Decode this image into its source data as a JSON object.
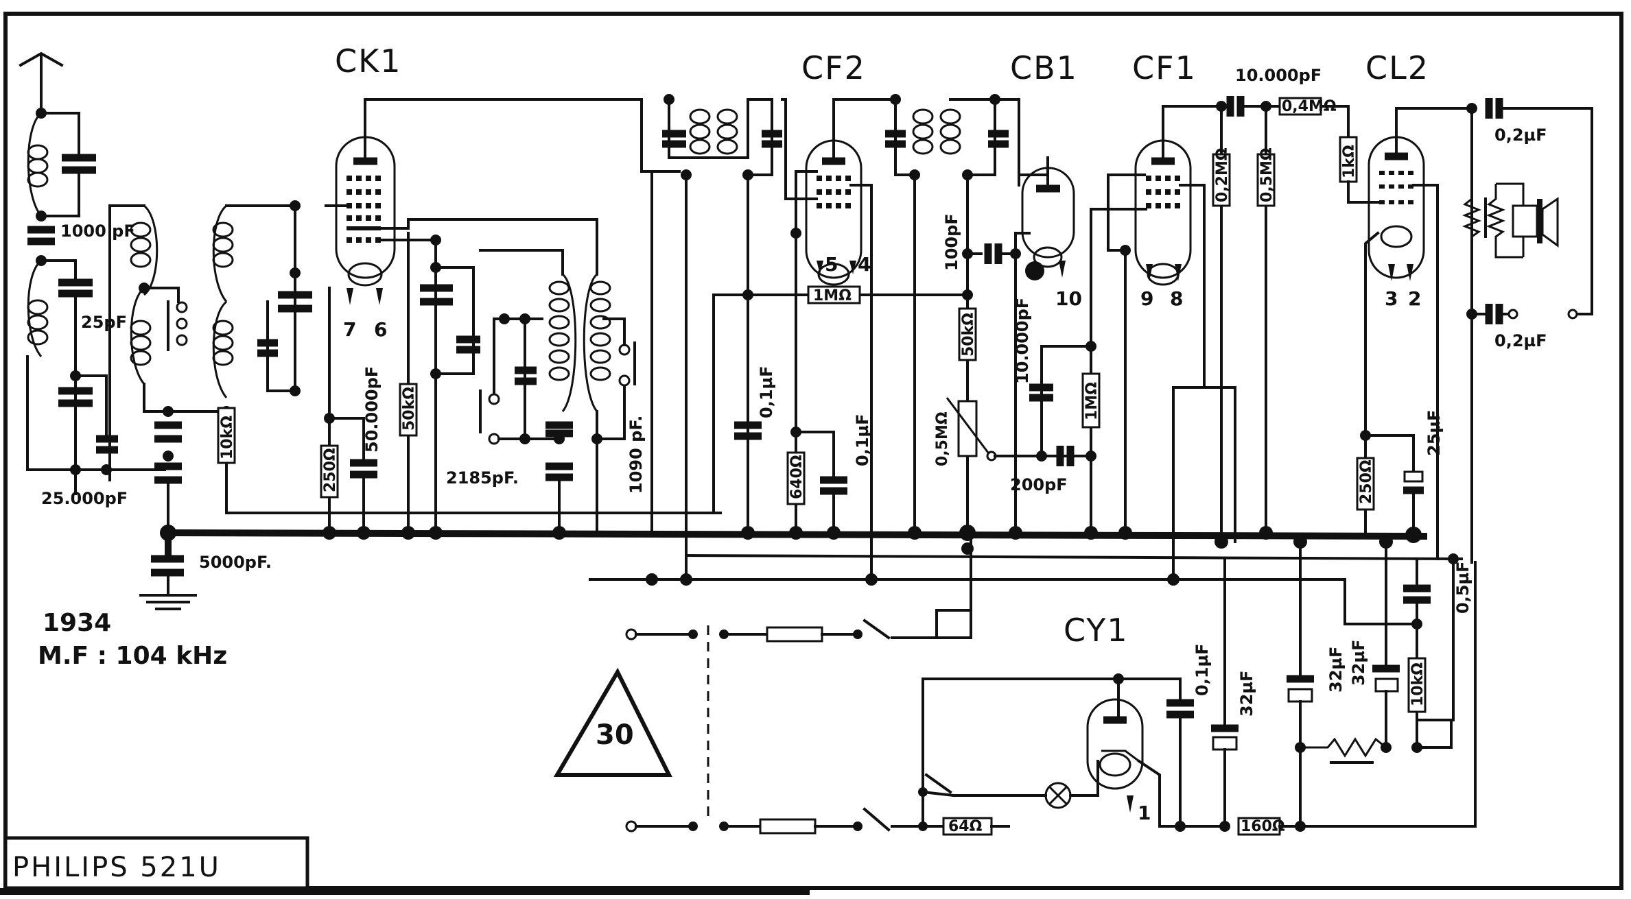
{
  "title": "PHILIPS 521U",
  "notes": {
    "year": "1934",
    "if_freq": "M.F : 104 kHz"
  },
  "badge": "30",
  "tubes": [
    {
      "id": "CK1",
      "label": "CK1",
      "pins": [
        "7",
        "6"
      ]
    },
    {
      "id": "CF2",
      "label": "CF2",
      "pins": [
        "5",
        "4"
      ]
    },
    {
      "id": "CB1",
      "label": "CB1",
      "pins": [
        "10"
      ]
    },
    {
      "id": "CF1",
      "label": "CF1",
      "pins": [
        "9",
        "8"
      ]
    },
    {
      "id": "CL2",
      "label": "CL2",
      "pins": [
        "3",
        "2"
      ]
    },
    {
      "id": "CY1",
      "label": "CY1",
      "pins": [
        "1"
      ]
    }
  ],
  "capacitors": {
    "c_1000pf": "1000 pF",
    "c_25pf": "25pF",
    "c_25000pf": "25.000pF",
    "c_5000pf": "5000pF.",
    "c_50000pf": "50.000pF",
    "c_2185pf": "2185pF.",
    "c_1090pf": "1090 pF.",
    "c_01uf_a": "0,1µF",
    "c_01uf_b": "0,1µF",
    "c_100pf": "100pF",
    "c_10000pf_a": "10.000pF",
    "c_200pf": "200pF",
    "c_10000pf_b": "10.000pF",
    "c_02uf_a": "0,2µF",
    "c_02uf_b": "0,2µF",
    "c_25uf": "25µF",
    "c_05uf": "0,5µF",
    "c_01uf_c": "0,1µF",
    "c_32uf_a": "32µF",
    "c_32uf_b": "32µF",
    "c_32uf_c": "32µF"
  },
  "resistors": {
    "r_10k": "10kΩ",
    "r_250": "250Ω",
    "r_50k_a": "50kΩ",
    "r_1m_a": "1MΩ",
    "r_640": "640Ω",
    "r_50k_b": "50kΩ",
    "r_05m_pot": "0,5MΩ",
    "r_1m_b": "1MΩ",
    "r_02m": "0,2MΩ",
    "r_05m": "0,5MΩ",
    "r_04m": "0,4MΩ",
    "r_1k": "1kΩ",
    "r_250_b": "250Ω",
    "r_10k_b": "10kΩ",
    "r_64": "64Ω",
    "r_160": "160Ω"
  }
}
